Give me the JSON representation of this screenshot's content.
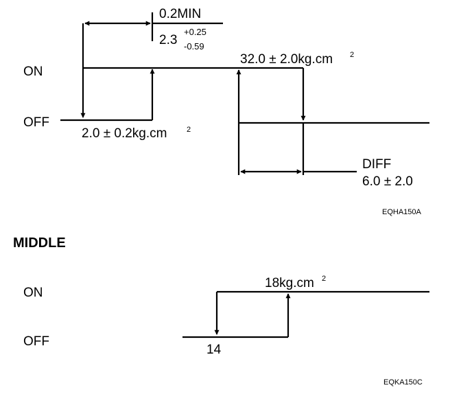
{
  "diagram1": {
    "on_label": "ON",
    "off_label": "OFF",
    "min_time": "0.2MIN",
    "delay_base": "2.3",
    "delay_plus": "+0.25",
    "delay_minus": "-0.59",
    "on_pressure": "32.0 ± 2.0kg.cm",
    "on_pressure_sup": "2",
    "off_pressure": "2.0 ± 0.2kg.cm",
    "off_pressure_sup": "2",
    "diff_label": "DIFF",
    "diff_value": "6.0 ± 2.0",
    "code": "EQHA150A"
  },
  "diagram2": {
    "title": "MIDDLE",
    "on_label": "ON",
    "off_label": "OFF",
    "on_pressure": "18kg.cm",
    "on_pressure_sup": "2",
    "off_value": "14",
    "code": "EQKA150C"
  }
}
